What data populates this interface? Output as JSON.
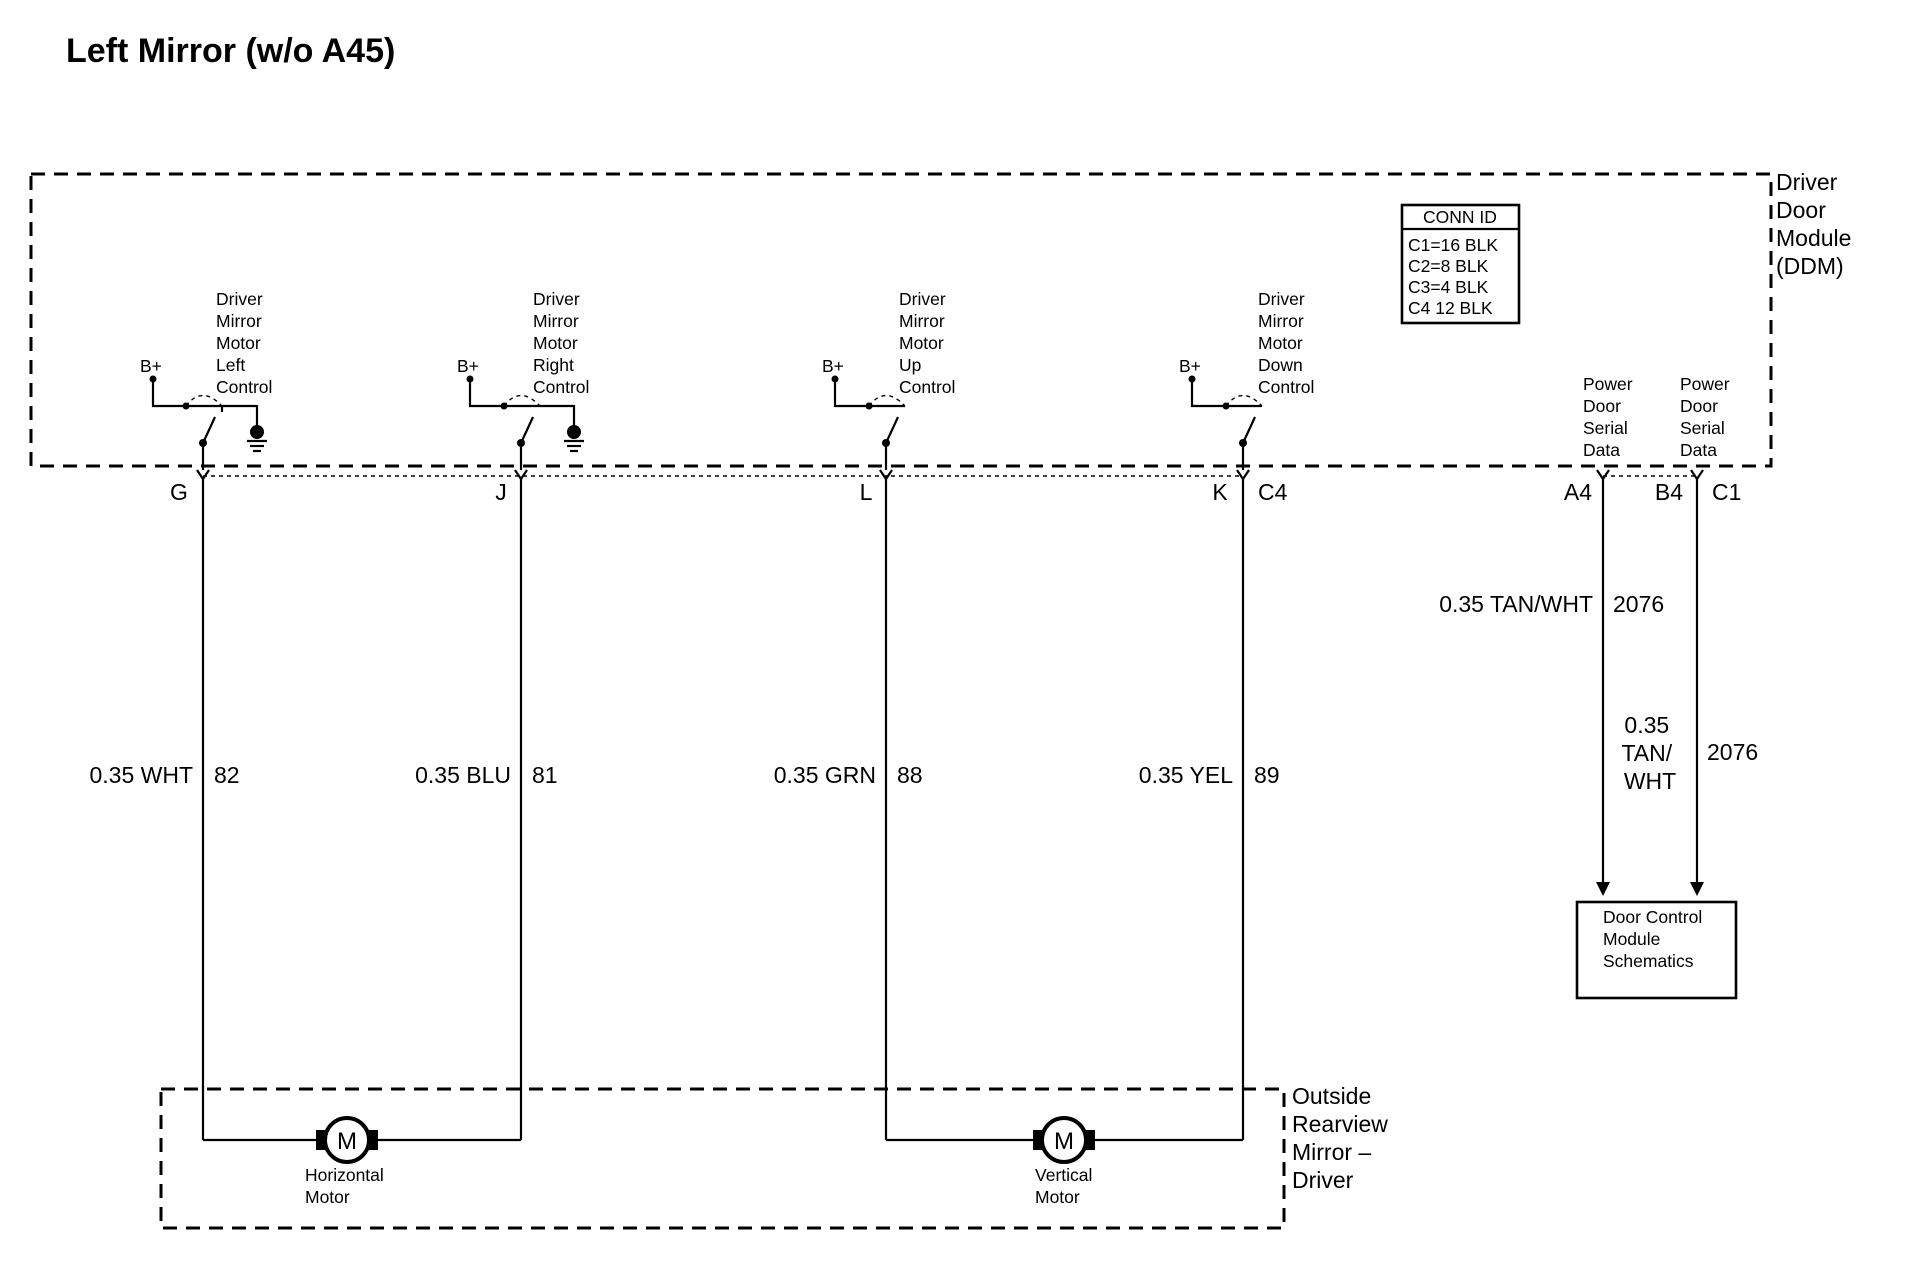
{
  "title": "Left Mirror (w/o A45)",
  "ddm": {
    "label_lines": [
      "Driver",
      "Door",
      "Module",
      "(DDM)"
    ],
    "conn_id": {
      "header": "CONN ID",
      "rows": [
        "C1=16 BLK",
        "C2=8 BLK",
        "C3=4 BLK",
        "C4 12 BLK"
      ]
    },
    "switches": [
      {
        "b_plus": "B+",
        "label_lines": [
          "Driver",
          "Mirror",
          "Motor",
          "Left",
          "Control"
        ],
        "pin": "G",
        "ground": true
      },
      {
        "b_plus": "B+",
        "label_lines": [
          "Driver",
          "Mirror",
          "Motor",
          "Right",
          "Control"
        ],
        "pin": "J",
        "ground": true
      },
      {
        "b_plus": "B+",
        "label_lines": [
          "Driver",
          "Mirror",
          "Motor",
          "Up",
          "Control"
        ],
        "pin": "L",
        "ground": false
      },
      {
        "b_plus": "B+",
        "label_lines": [
          "Driver",
          "Mirror",
          "Motor",
          "Down",
          "Control"
        ],
        "pin": "K",
        "ground": false
      }
    ],
    "connector_c4": "C4",
    "serial": [
      {
        "label_lines": [
          "Power",
          "Door",
          "Serial",
          "Data"
        ],
        "pin": "A4"
      },
      {
        "label_lines": [
          "Power",
          "Door",
          "Serial",
          "Data"
        ],
        "pin": "B4"
      }
    ],
    "connector_c1": "C1"
  },
  "wires": [
    {
      "gauge_color": "0.35 WHT",
      "circuit": "82"
    },
    {
      "gauge_color": "0.35 BLU",
      "circuit": "81"
    },
    {
      "gauge_color": "0.35 GRN",
      "circuit": "88"
    },
    {
      "gauge_color": "0.35 YEL",
      "circuit": "89"
    }
  ],
  "serial_wires": [
    {
      "gauge_color": "0.35 TAN/WHT",
      "circuit": "2076"
    },
    {
      "gauge_color_lines": [
        "0.35",
        "TAN/",
        "WHT"
      ],
      "circuit": "2076"
    }
  ],
  "dcm": {
    "label_lines": [
      "Door Control",
      "Module",
      "Schematics"
    ]
  },
  "mirror": {
    "label_lines": [
      "Outside",
      "Rearview",
      "Mirror –",
      "Driver"
    ],
    "motors": [
      {
        "symbol": "M",
        "label_lines": [
          "Horizontal",
          "Motor"
        ]
      },
      {
        "symbol": "M",
        "label_lines": [
          "Vertical",
          "Motor"
        ]
      }
    ]
  }
}
